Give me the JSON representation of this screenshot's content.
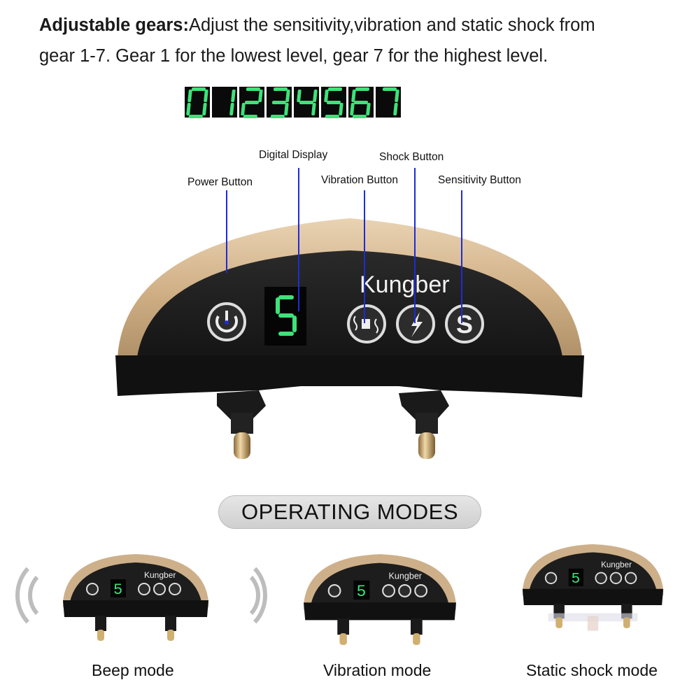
{
  "intro": {
    "bold": "Adjustable gears:",
    "line1_rest": "Adjust the sensitivity,vibration and static shock from",
    "line2": "gear 1-7. Gear 1 for the lowest level, gear 7 for the highest level."
  },
  "gear_digits": [
    "0",
    "1",
    "2",
    "3",
    "4",
    "5",
    "6",
    "7"
  ],
  "callouts": {
    "power": "Power Button",
    "display": "Digital Display",
    "vibration": "Vibration Button",
    "shock": "Shock Button",
    "sensitivity": "Sensitivity Button"
  },
  "device": {
    "brand": "Kungber",
    "display_value": "5",
    "colors": {
      "shell": "#cdb08a",
      "face": "#1d1d1d",
      "led": "#3fe27a",
      "callout_line": "#1f2bd6"
    }
  },
  "section_title": "OPERATING MODES",
  "modes": [
    {
      "label": "Beep mode",
      "brand": "Kungber",
      "display_value": "5"
    },
    {
      "label": "Vibration mode",
      "brand": "Kungber",
      "display_value": "5"
    },
    {
      "label": "Static shock mode",
      "brand": "Kungber",
      "display_value": "5"
    }
  ]
}
